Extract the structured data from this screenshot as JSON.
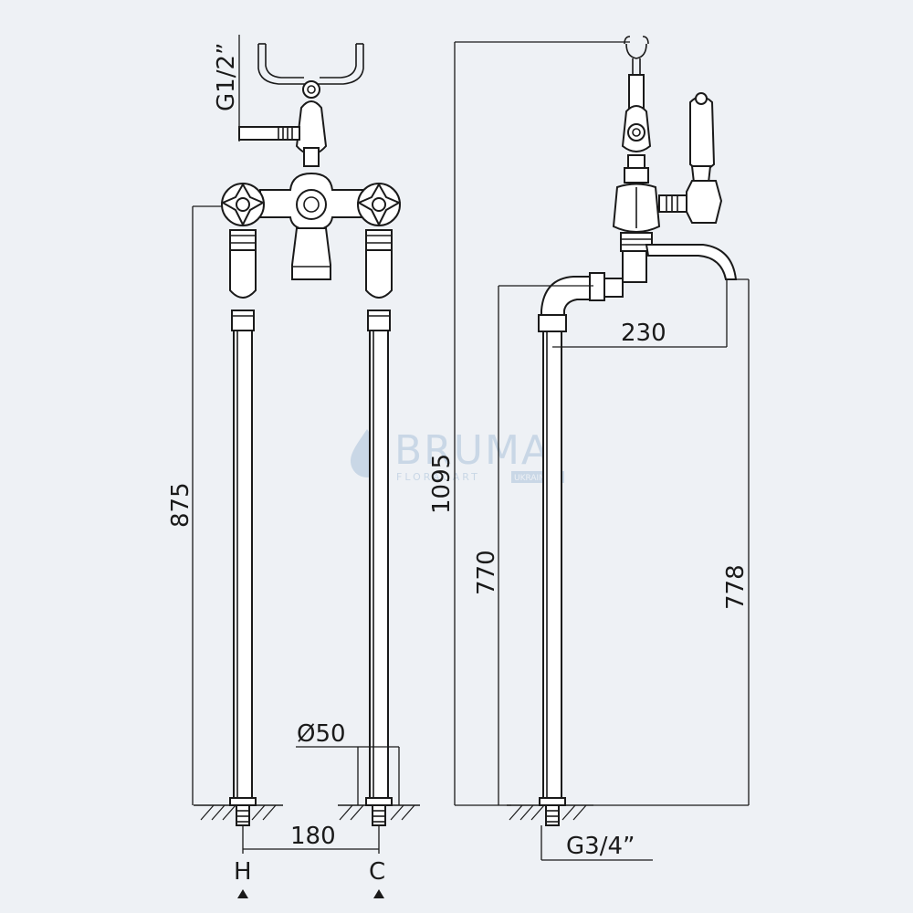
{
  "watermark": {
    "brand": "BRUMA",
    "sub": "FLORAGART",
    "badge": "UKRAINE"
  },
  "dimensions": {
    "thread_top": "G1/2”",
    "height_front": "875",
    "height_total": "1095",
    "height_inlet": "770",
    "height_spout": "778",
    "spout_reach": "230",
    "diameter": "Ø50",
    "spacing": "180",
    "thread_bottom": "G3/4”"
  },
  "inlets": {
    "hot": "H",
    "cold": "C"
  }
}
